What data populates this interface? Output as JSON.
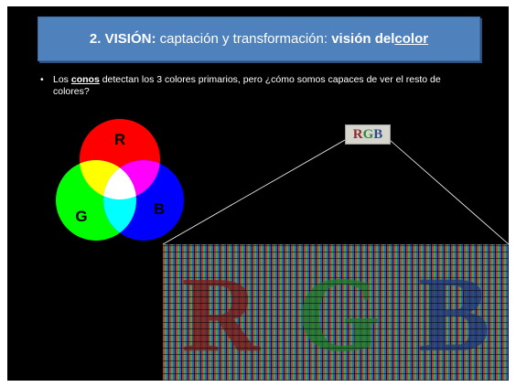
{
  "title": {
    "number": "2.",
    "keyword": "VISIÓN:",
    "middle": " captación y transformación: ",
    "emph": "visión del ",
    "emph_underlined": "color"
  },
  "bullet": {
    "dot": "•",
    "before": "Los ",
    "conos": "conos",
    "after": " detectan los 3 colores primarios, pero ¿cómo somos capaces de ver el resto de colores?"
  },
  "venn": {
    "labels": {
      "r": "R",
      "g": "G",
      "b": "B"
    },
    "colors": {
      "red": "#ff0000",
      "green": "#00ff00",
      "blue": "#0000ff",
      "yellow": "#ffff00",
      "magenta": "#ff00ff",
      "cyan": "#00ffff",
      "white": "#ffffff"
    }
  },
  "rgb_sample": {
    "r": "R",
    "g": "G",
    "b": "B",
    "colors": {
      "r": "#8a2c2c",
      "g": "#2e8a3c",
      "b": "#2c4a8a"
    }
  },
  "zoom": {
    "r": "R",
    "g": "G",
    "b": "B",
    "colors": {
      "r": "#7a1d1d",
      "g": "#1f7a2c",
      "b": "#1f3a7a"
    }
  },
  "colors": {
    "banner": "#4f81bd",
    "background": "#000000",
    "text": "#ffffff"
  }
}
